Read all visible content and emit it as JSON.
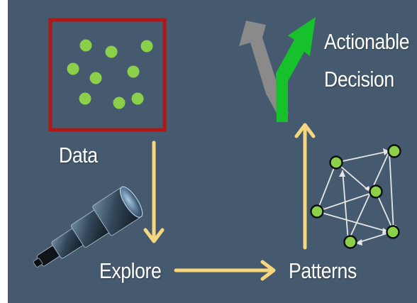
{
  "labels": {
    "data": "Data",
    "explore": "Explore",
    "patterns": "Patterns",
    "decision_line1": "Actionable",
    "decision_line2": "Decision"
  },
  "colors": {
    "background": "#455a6e",
    "data_box_border": "#b01818",
    "data_dot": "#8cd04a",
    "flow_arrow": "#f7d77e",
    "decision_arrow": "#16c12c",
    "alternate_arrow": "#8a8a8a",
    "pattern_node": "#8cd04a",
    "pattern_edge": "#e6e6e6"
  },
  "icons": [
    "telescope-icon",
    "network-graph-icon",
    "decision-arrows-icon"
  ]
}
